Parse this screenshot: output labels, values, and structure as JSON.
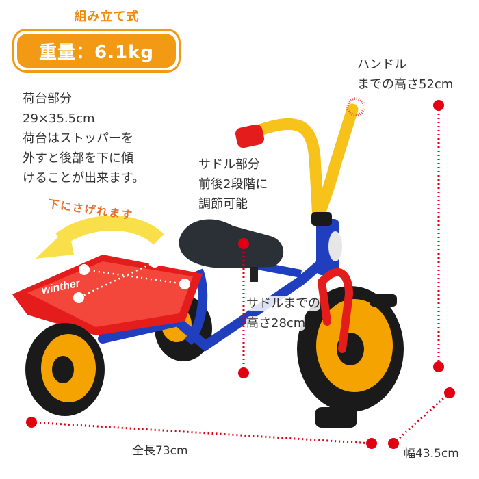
{
  "header": {
    "assembly_label": "組み立て式",
    "weight_label": "重量：6.1kg"
  },
  "annotations": {
    "cargo": {
      "lines": [
        "荷台部分",
        "29×35.5cm",
        "荷台はストッパーを",
        "外すと後部を下に傾",
        "けることが出来ます。"
      ]
    },
    "handle": {
      "lines": [
        "ハンドル",
        "までの高さ52cm"
      ]
    },
    "saddle": {
      "lines": [
        "サドル部分",
        "前後2段階に",
        "調節可能"
      ]
    },
    "saddle_height": {
      "lines": [
        "サドルまでの",
        "高さ28cm"
      ]
    },
    "tilt_arrow_label": "下にさげれます",
    "length_label": "全長73cm",
    "width_label": "幅43.5cm"
  },
  "product": {
    "brand_on_tray": "winther",
    "colors": {
      "frame": "#1f3fbf",
      "tray": "#e41c1c",
      "handlebar": "#f7c21a",
      "wheel_hub": "#f5a300",
      "tire": "#1a1a1a",
      "accent_orange": "#f29a14",
      "marker_red": "#e00012",
      "arrow_yellow": "#f9e04a"
    }
  }
}
